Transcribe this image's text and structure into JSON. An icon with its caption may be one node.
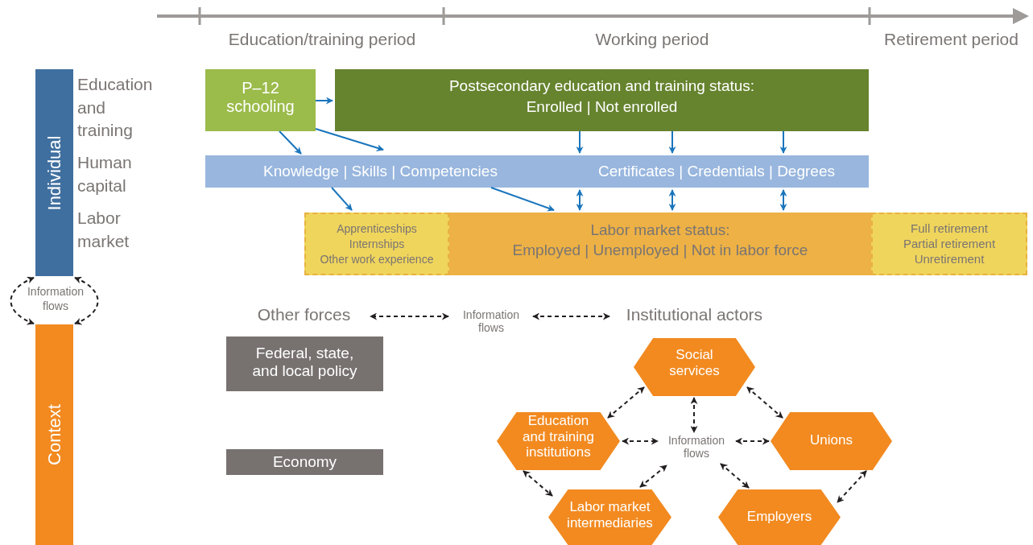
{
  "diagram": {
    "nodes": [
      {
        "text": [
          "Individual"
        ]
      },
      {
        "text": [
          "Context"
        ]
      },
      {
        "text": [
          "P–12 schooling"
        ]
      },
      {
        "text": [
          "Postsecondary education and training status:",
          "Enrolled | Not enrolled"
        ]
      },
      {
        "text": [
          "Knowledge | Skills | Competencies",
          "Certificates | Credentials | Degrees"
        ]
      },
      {
        "text": [
          "Apprenticeships",
          "Internships",
          "Other work experience"
        ]
      },
      {
        "text": [
          "Labor market status:",
          "Employed | Unemployed | Not in labor force"
        ]
      },
      {
        "text": [
          "Full retirement",
          "Partial retirement",
          "Unretirement"
        ]
      },
      {
        "text": [
          "Other forces"
        ]
      },
      {
        "text": [
          "Information flows"
        ]
      },
      {
        "text": [
          "Institutional actors"
        ]
      },
      {
        "text": [
          "Federal, state, and local policy"
        ]
      },
      {
        "text": [
          "Economy"
        ]
      },
      {
        "text": [
          "Social services"
        ]
      },
      {
        "text": [
          "Education and training institutions"
        ]
      },
      {
        "text": [
          "Unions"
        ]
      },
      {
        "text": [
          "Information flows"
        ]
      },
      {
        "text": [
          "Labor market intermediaries"
        ]
      },
      {
        "text": [
          "Employers"
        ]
      }
    ],
    "edges": [
      {
        "from": 2,
        "to": 3,
        "arrow": "to",
        "color": "#1a75bc"
      },
      {
        "from": 2,
        "to": 4,
        "arrow": "to",
        "color": "#1a75bc"
      },
      {
        "from": 2,
        "to": 4,
        "arrow": "to",
        "color": "#1a75bc"
      },
      {
        "from": 3,
        "to": 4,
        "arrow": "to",
        "color": "#1a75bc"
      },
      {
        "from": 3,
        "to": 4,
        "arrow": "to",
        "color": "#1a75bc"
      },
      {
        "from": 3,
        "to": 4,
        "arrow": "to",
        "color": "#1a75bc"
      },
      {
        "from": 4,
        "to": 5,
        "arrow": "to",
        "color": "#1a75bc"
      },
      {
        "from": 4,
        "to": 6,
        "arrow": "to",
        "color": "#1a75bc"
      },
      {
        "from": 4,
        "to": 6,
        "arrow": "both",
        "color": "#1a75bc"
      },
      {
        "from": 4,
        "to": 6,
        "arrow": "both",
        "color": "#1a75bc"
      },
      {
        "from": 4,
        "to": 6,
        "arrow": "both",
        "color": "#1a75bc"
      },
      {
        "from": 0,
        "to": 1,
        "arrow": "both",
        "style": "dashed"
      },
      {
        "from": 0,
        "to": 1,
        "arrow": "both",
        "style": "dashed"
      },
      {
        "from": 9,
        "to": 8,
        "arrow": "both",
        "style": "dashed"
      },
      {
        "from": 9,
        "to": 10,
        "arrow": "both",
        "style": "dashed"
      },
      {
        "from": 13,
        "to": 14,
        "arrow": "both",
        "style": "dashed"
      },
      {
        "from": 13,
        "to": 15,
        "arrow": "both",
        "style": "dashed"
      },
      {
        "from": 13,
        "to": 16,
        "arrow": "both",
        "style": "dashed"
      },
      {
        "from": 14,
        "to": 16,
        "arrow": "both",
        "style": "dashed"
      },
      {
        "from": 15,
        "to": 16,
        "arrow": "both",
        "style": "dashed"
      },
      {
        "from": 14,
        "to": 17,
        "arrow": "both",
        "style": "dashed"
      },
      {
        "from": 17,
        "to": 16,
        "arrow": "both",
        "style": "dashed"
      },
      {
        "from": 16,
        "to": 18,
        "arrow": "both",
        "style": "dashed"
      },
      {
        "from": 15,
        "to": 18,
        "arrow": "both",
        "style": "dashed"
      }
    ],
    "labels": [
      "Education/training period",
      "Working period",
      "Retirement period",
      "Education and training",
      "Human capital",
      "Labor market",
      "Information flows"
    ]
  }
}
